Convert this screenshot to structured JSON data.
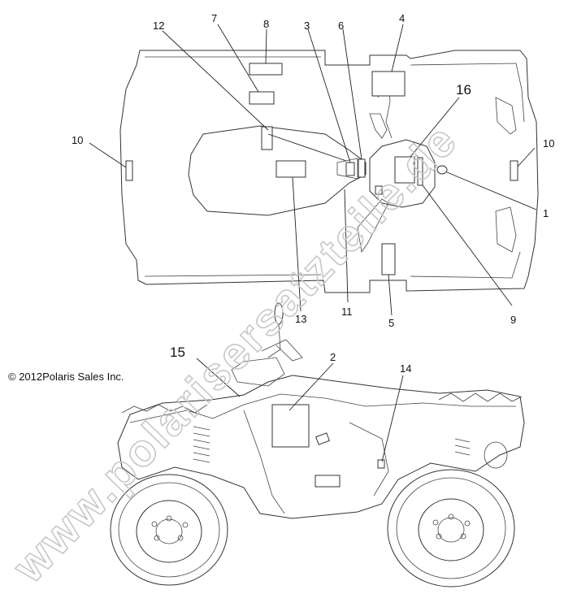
{
  "copyright": "© 2012Polaris Sales Inc.",
  "watermark": "www.polarisersatzteile.de",
  "callouts": {
    "c1": "1",
    "c2": "2",
    "c3": "3",
    "c4": "4",
    "c5": "5",
    "c6": "6",
    "c7": "7",
    "c8": "8",
    "c9": "9",
    "c10_left": "10",
    "c10_right": "10",
    "c11": "11",
    "c12": "12",
    "c13": "13",
    "c14": "14",
    "c15": "15",
    "c16": "16"
  }
}
